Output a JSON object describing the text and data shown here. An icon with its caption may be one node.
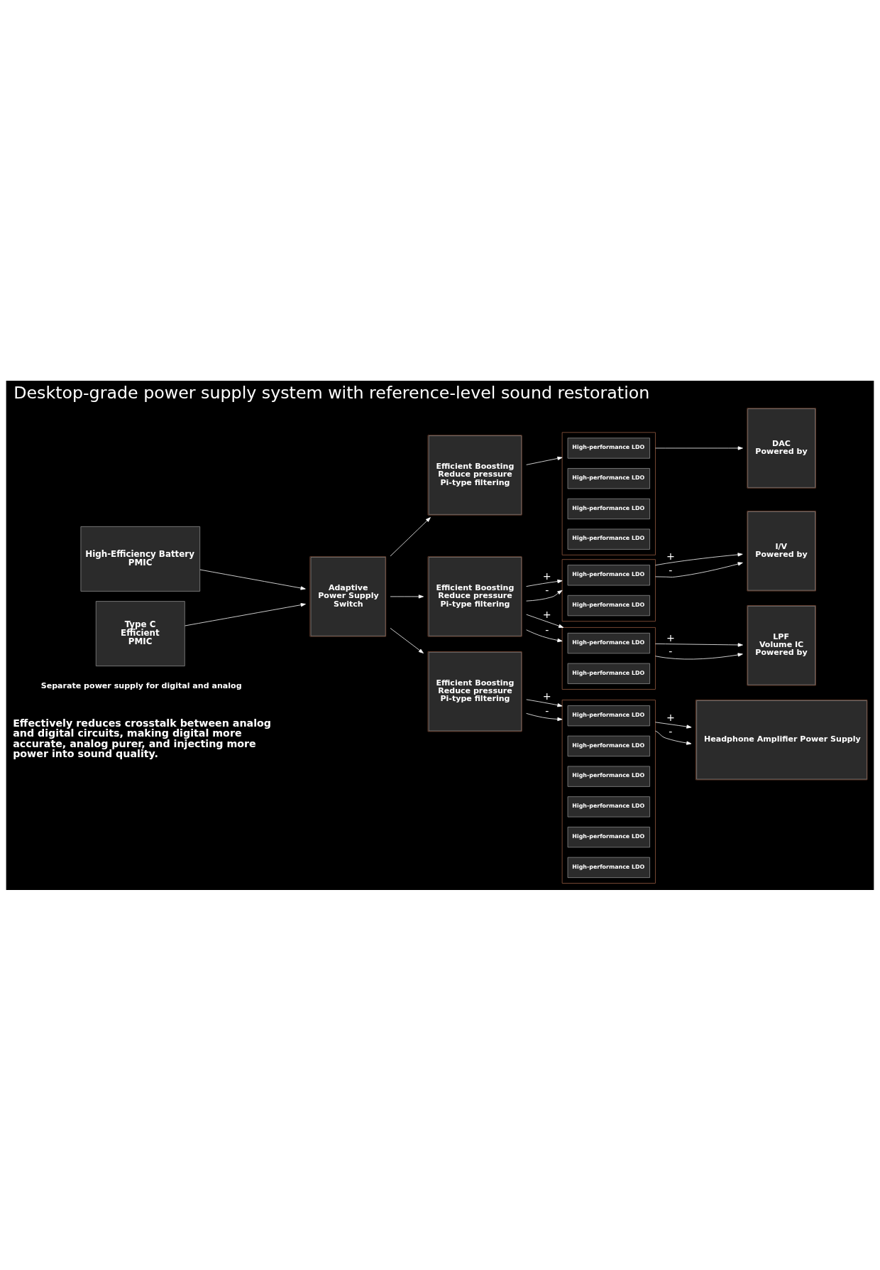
{
  "diagram": {
    "title": "Desktop-grade power supply system with reference-level sound restoration",
    "nodes": [
      {
        "text": [
          "High-Efficiency Battery",
          "PMIC"
        ]
      },
      {
        "text": [
          "Type C",
          "Efficient",
          "PMIC"
        ]
      },
      {
        "text": [
          "Adaptive",
          "Power Supply",
          "Switch"
        ]
      },
      {
        "text": [
          "Efficient Boosting",
          "Reduce pressure",
          "Pi-type filtering"
        ]
      },
      {
        "text": [
          "Efficient Boosting",
          "Reduce pressure",
          "Pi-type filtering"
        ]
      },
      {
        "text": [
          "Efficient Boosting",
          "Reduce pressure",
          "Pi-type filtering"
        ]
      },
      {
        "text": [],
        "shape": "box"
      },
      {
        "text": [
          "High-performance LDO"
        ],
        "in": 6
      },
      {
        "text": [
          "High-performance LDO"
        ],
        "in": 6
      },
      {
        "text": [
          "High-performance LDO"
        ],
        "in": 6
      },
      {
        "text": [
          "High-performance LDO"
        ],
        "in": 6
      },
      {
        "text": [],
        "shape": "box"
      },
      {
        "text": [
          "High-performance LDO"
        ],
        "in": 11
      },
      {
        "text": [
          "High-performance LDO"
        ],
        "in": 11
      },
      {
        "text": [],
        "shape": "box"
      },
      {
        "text": [
          "High-performance LDO"
        ],
        "in": 14
      },
      {
        "text": [
          "High-performance LDO"
        ],
        "in": 14
      },
      {
        "text": [],
        "shape": "box"
      },
      {
        "text": [
          "High-performance LDO"
        ],
        "in": 17
      },
      {
        "text": [
          "High-performance LDO"
        ],
        "in": 17
      },
      {
        "text": [
          "High-performance LDO"
        ],
        "in": 17
      },
      {
        "text": [
          "High-performance LDO"
        ],
        "in": 17
      },
      {
        "text": [
          "High-performance LDO"
        ],
        "in": 17
      },
      {
        "text": [
          "High-performance LDO"
        ],
        "in": 17
      },
      {
        "text": [
          "DAC",
          "Powered by"
        ]
      },
      {
        "text": [
          "I/V",
          "Powered by"
        ]
      },
      {
        "text": [
          "LPF",
          "Volume IC",
          "Powered by"
        ]
      },
      {
        "text": [
          "Headphone Amplifier Power Supply"
        ]
      }
    ],
    "edges": [
      {
        "from": 0,
        "to": 2,
        "arrow": "to"
      },
      {
        "from": 1,
        "to": 2,
        "arrow": "to"
      },
      {
        "from": 2,
        "to": 3,
        "arrow": "to"
      },
      {
        "from": 2,
        "to": 4,
        "arrow": "to"
      },
      {
        "from": 2,
        "to": 5,
        "arrow": "to"
      },
      {
        "from": 3,
        "to": 6,
        "arrow": "to"
      },
      {
        "from": 6,
        "to": 24,
        "arrow": "to"
      },
      {
        "from": 4,
        "to": 11,
        "arrow": "to",
        "label": "+"
      },
      {
        "from": 4,
        "to": 11,
        "arrow": "to",
        "label": "-"
      },
      {
        "from": 11,
        "to": 25,
        "arrow": "to",
        "label": "+"
      },
      {
        "from": 11,
        "to": 25,
        "arrow": "to",
        "label": "-"
      },
      {
        "from": 4,
        "to": 14,
        "arrow": "to",
        "label": "+"
      },
      {
        "from": 4,
        "to": 14,
        "arrow": "to",
        "label": "-"
      },
      {
        "from": 14,
        "to": 26,
        "arrow": "to",
        "label": "+"
      },
      {
        "from": 14,
        "to": 26,
        "arrow": "to",
        "label": "-"
      },
      {
        "from": 5,
        "to": 17,
        "arrow": "to",
        "label": "+"
      },
      {
        "from": 5,
        "to": 17,
        "arrow": "to",
        "label": "-"
      },
      {
        "from": 17,
        "to": 27,
        "arrow": "to",
        "label": "+"
      },
      {
        "from": 17,
        "to": 27,
        "arrow": "to",
        "label": "-"
      }
    ],
    "labels": [
      "Separate power supply for digital and analog",
      "Effectively reduces crosstalk between analog and digital circuits, making digital more accurate, analog purer, and injecting more power into sound quality."
    ]
  }
}
